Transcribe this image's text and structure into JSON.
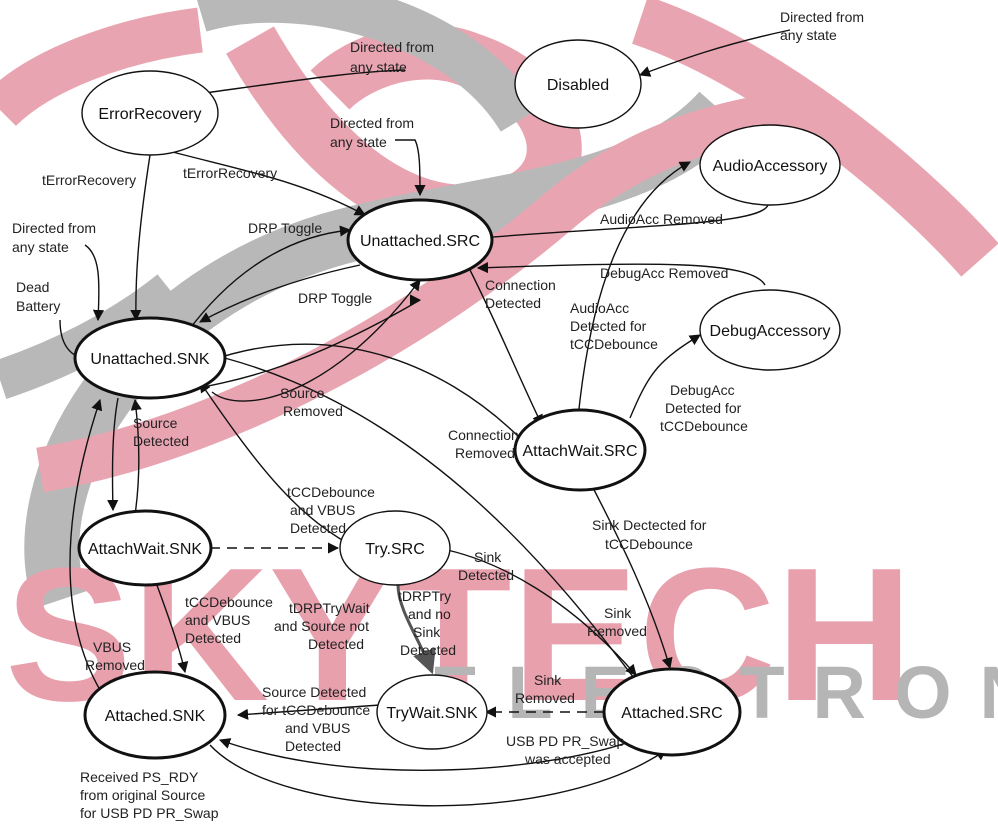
{
  "watermark": {
    "line1": "SKYTECH",
    "line2": "ELECTRONIC",
    "colors": {
      "pink": "#e8a0ad",
      "gray": "#b5b5b5"
    }
  },
  "states": {
    "error_recovery": "ErrorRecovery",
    "disabled": "Disabled",
    "audio_accessory": "AudioAccessory",
    "unattached_src": "Unattached.SRC",
    "unattached_snk": "Unattached.SNK",
    "debug_accessory": "DebugAccessory",
    "attachwait_src": "AttachWait.SRC",
    "attachwait_snk": "AttachWait.SNK",
    "try_src": "Try.SRC",
    "attached_snk": "Attached.SNK",
    "trywait_snk": "TryWait.SNK",
    "attached_src": "Attached.SRC"
  },
  "labels": {
    "directed_a": [
      "Directed from",
      "any state"
    ],
    "directed_b": [
      "Directed from",
      "any state"
    ],
    "directed_c": [
      "Directed from",
      "any state"
    ],
    "directed_d": [
      "Directed from",
      "any state"
    ],
    "terror_1": "tErrorRecovery",
    "terror_2": "tErrorRecovery",
    "drp_toggle_1": "DRP Toggle",
    "drp_toggle_2": "DRP Toggle",
    "dead_battery": [
      "Dead",
      "Battery"
    ],
    "audioacc_removed": "AudioAcc Removed",
    "debugacc_removed": "DebugAcc Removed",
    "connection_detected": [
      "Connection",
      "Detected"
    ],
    "audioacc_detected": [
      "AudioAcc",
      "Detected for",
      "tCCDebounce"
    ],
    "debugacc_detected": [
      "DebugAcc",
      "Detected for",
      "tCCDebounce"
    ],
    "source_removed": [
      "Source",
      "Removed"
    ],
    "source_detected": [
      "Source",
      "Detected"
    ],
    "connection_removed": [
      "Connection",
      "Removed"
    ],
    "tcc_vbus_1": [
      "tCCDebounce",
      "and VBUS",
      "Detected"
    ],
    "sink_detected_for": [
      "Sink Dectected for",
      "tCCDebounce"
    ],
    "sink_detected": [
      "Sink",
      "Detected"
    ],
    "tcc_vbus_2": [
      "tCCDebounce",
      "and VBUS",
      "Detected"
    ],
    "tdrptrywait": [
      "tDRPTryWait",
      "and Source not",
      "Detected"
    ],
    "tdrptry": [
      "tDRPTry",
      "and no",
      "Sink",
      "Detected"
    ],
    "sink_removed_1": [
      "Sink",
      "Removed"
    ],
    "vbus_removed": [
      "VBUS",
      "Removed"
    ],
    "source_detected_tcc": [
      "Source Detected",
      "for tCCDebounce",
      "and VBUS",
      "Detected"
    ],
    "sink_removed_2": [
      "Sink",
      "Removed"
    ],
    "pr_swap_accepted": [
      "USB PD PR_Swap",
      "was accepted"
    ],
    "ps_rdy": [
      "Received PS_RDY",
      "from original Source",
      "for USB PD PR_Swap"
    ]
  }
}
